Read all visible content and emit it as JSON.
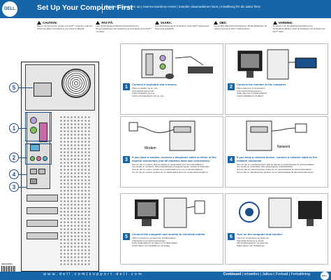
{
  "header": {
    "logo": "DELL",
    "title": "Set Up Your Computer First",
    "subtitle": "Sæt først computeren op | Asenna tietokone ensin | Installer datamaskinen først | Inställning för din dator först"
  },
  "warnings": [
    {
      "label": "CAUTION:",
      "text": "Before you set up and operate your Dell™ computer, read and follow the safety instructions in your Owner's Manual."
    },
    {
      "label": "PAS PÅ:",
      "text": "Læs og forhold dig til sikkerhedsinstruktionerne i Brugervejledningen før opsætning og anvendelse af din Dell™ computer."
    },
    {
      "label": "VAARA:",
      "text": "Lue ohjekirjassa olevat turvaohjeet ennen Dell™-tietokoneen asennusta ja käyttöä."
    },
    {
      "label": "OBS:",
      "text": "Les og følg sikkerhetsinstruksjonene i Brukerhåndboken før oppsett og bruk av Dell™-datamaskinen."
    },
    {
      "label": "VARNING:",
      "text": "Se igenom och följ säkerhetsinstruktionerna i Användarhandboken innan du installerar och använder din Dell™-dator."
    }
  ],
  "callouts": [
    "5",
    "1",
    "2",
    "4",
    "3"
  ],
  "panels": [
    {
      "num": "1",
      "heading": "Connect a keyboard and a mouse",
      "lines": [
        "Tilslut et tastatur og en mus",
        "Liitä näppäimistö ja hiiri",
        "Koble til tastatur og mus",
        "Anslut ett tangentbord och en mus"
      ]
    },
    {
      "num": "2",
      "heading": "Connect the monitor to the computer",
      "lines": [
        "Tilslut skærmen til computeren",
        "Liitä näyttö tietokoneeseen",
        "Koble skjermen til datamaskinen",
        "Anslut bildskärmen till datorn"
      ]
    },
    {
      "num": "3",
      "heading": "If you have a modem, connect a telephone cable to either of the modem connectors (not all modems have two connectors)",
      "lines": [
        "Hvis du har et modem, skal du tilslutte et telefonkabel til et af modemstikkene",
        "Jos sinulla on modeemi, liitä puhelinkaapeli jompaankumpaan modeemin liitännään",
        "Hvis du har et modem, kobler du en telefonkabel til en av modemkontaktene",
        "Om du har ett modem ansluter du en telefonkabel till ett av modemanslutningarna"
      ]
    },
    {
      "num": "4",
      "heading": "If you have a network device, connect a network cable to the network connector",
      "lines": [
        "Hvis du har en netværksenhed, skal du tilslutte et netværkskabel til netværksstikket",
        "Jos sinulla on verkkolaite, liitä verkkokaapeli verkkoliitäntään",
        "Hvis du har en nettverksenhet, kobler du en nettverkskabel til nettverkskontakten",
        "Om du har en nätverksenhet ansluter du en nätverkskabel till nätverksanslutningen"
      ]
    },
    {
      "num": "5",
      "heading": "Connect the computer and monitor to electrical outlets",
      "lines": [
        "Tilslut computeren og skærmen til stikkontakter",
        "Liitä tietokone ja näyttö pistorasiaan",
        "Koble datamaskinen og skjermen til stikkontakter",
        "Anslut datorn och bildskärmen till eluttag"
      ]
    },
    {
      "num": "6",
      "heading": "Turn on the computer and monitor",
      "lines": [
        "Tænd for computeren og skærmen",
        "Käynnistä tietokone ja näyttö",
        "Slå på datamaskinen og skjermen",
        "Starta datorn och bildskärmen"
      ]
    }
  ],
  "illus_labels": {
    "network": "Network",
    "modem": "Modem"
  },
  "footer": {
    "part_number": "0H1215A01",
    "url": "w w w . d e l l . c o m   |   s u p p o r t . d e l l . c o m",
    "continued": "Continued",
    "continued_rest": " | ortsættes | Jatkuu | Fortsatt | Fortsättning",
    "logo": "DELL"
  }
}
